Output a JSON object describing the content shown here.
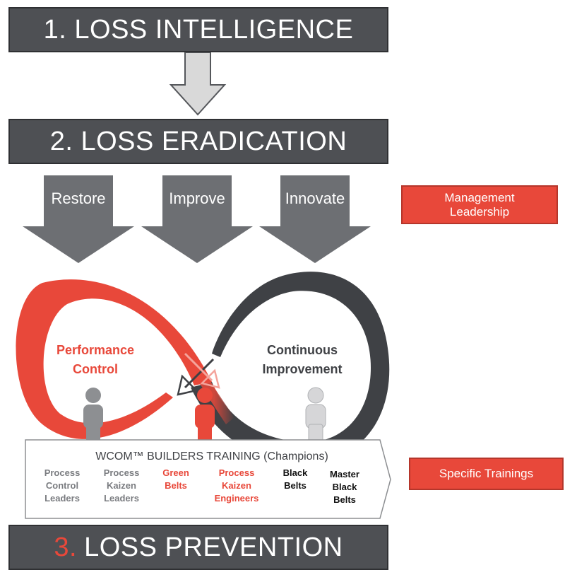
{
  "steps": {
    "step1": "1. LOSS INTELLIGENCE",
    "step2": "2. LOSS ERADICATION",
    "step3_number": "3.",
    "step3_text": "LOSS PREVENTION"
  },
  "arrows": [
    "Restore",
    "Improve",
    "Innovate"
  ],
  "side_labels": {
    "management": "Management\nLeadership",
    "trainings": "Specific Trainings"
  },
  "loop": {
    "left": "Performance\nControl",
    "right": "Continuous\nImprovement"
  },
  "training": {
    "heading": "WCOM™ BUILDERS TRAINING (Champions)",
    "items": [
      {
        "label": "Process\nControl\nLeaders"
      },
      {
        "label": "Process\nKaizen\nLeaders"
      },
      {
        "label": "Green\nBelts"
      },
      {
        "label": "Process\nKaizen\nEngineers"
      },
      {
        "label": "Black\nBelts"
      },
      {
        "label": "Master\nBlack\nBelts"
      }
    ]
  },
  "colors": {
    "dark": "#4e5054",
    "accent_red": "#e8483a",
    "light_gray": "#d9d9d9",
    "mid_gray": "#8d8f92"
  }
}
